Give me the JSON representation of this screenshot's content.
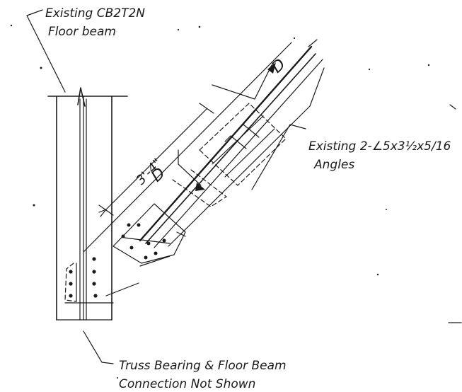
{
  "labels": {
    "floor_beam_line1": "Existing CB2T2N",
    "floor_beam_line2": "Floor beam",
    "angles_line1": "Existing 2-∠5x3½x5/16",
    "angles_line2": "Angles",
    "bearing_line1": "Truss Bearing & Floor Beam",
    "bearing_line2": "Connection Not Shown",
    "dimension": "3'-4\"",
    "section_top": "D",
    "section_bottom": "D"
  }
}
